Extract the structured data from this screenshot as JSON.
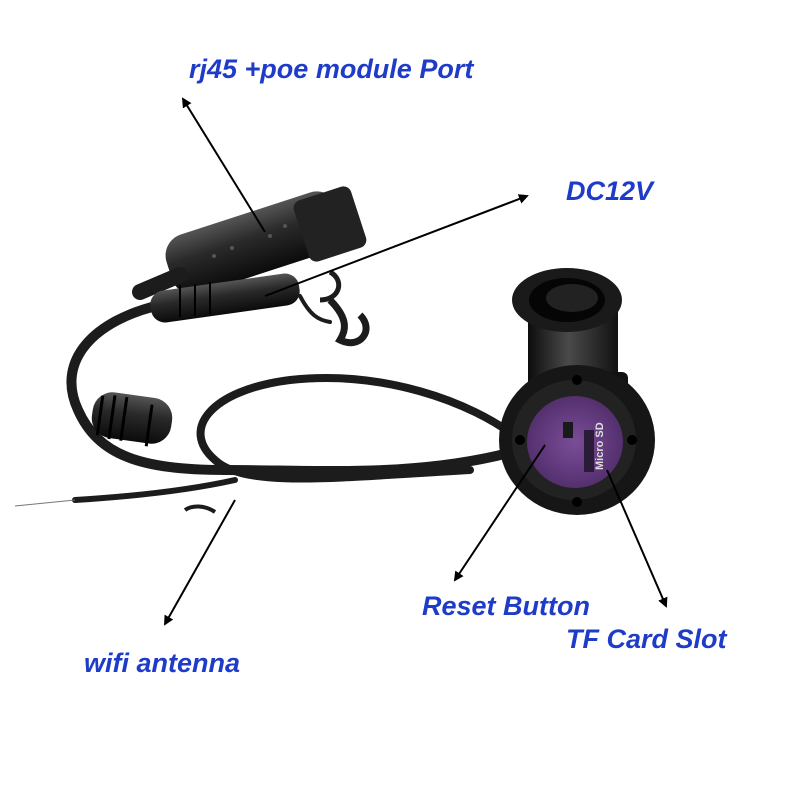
{
  "labels": {
    "rj45": "rj45 +poe module Port",
    "dc12v": "DC12V",
    "reset": "Reset Button",
    "tf": "TF Card Slot",
    "wifi": "wifi antenna",
    "micro_sd": "Micro SD"
  },
  "colors": {
    "label": "#1f3cc8",
    "cable": "#1c1c1c",
    "pcb": "#6b3f86",
    "arrow": "#000000"
  }
}
